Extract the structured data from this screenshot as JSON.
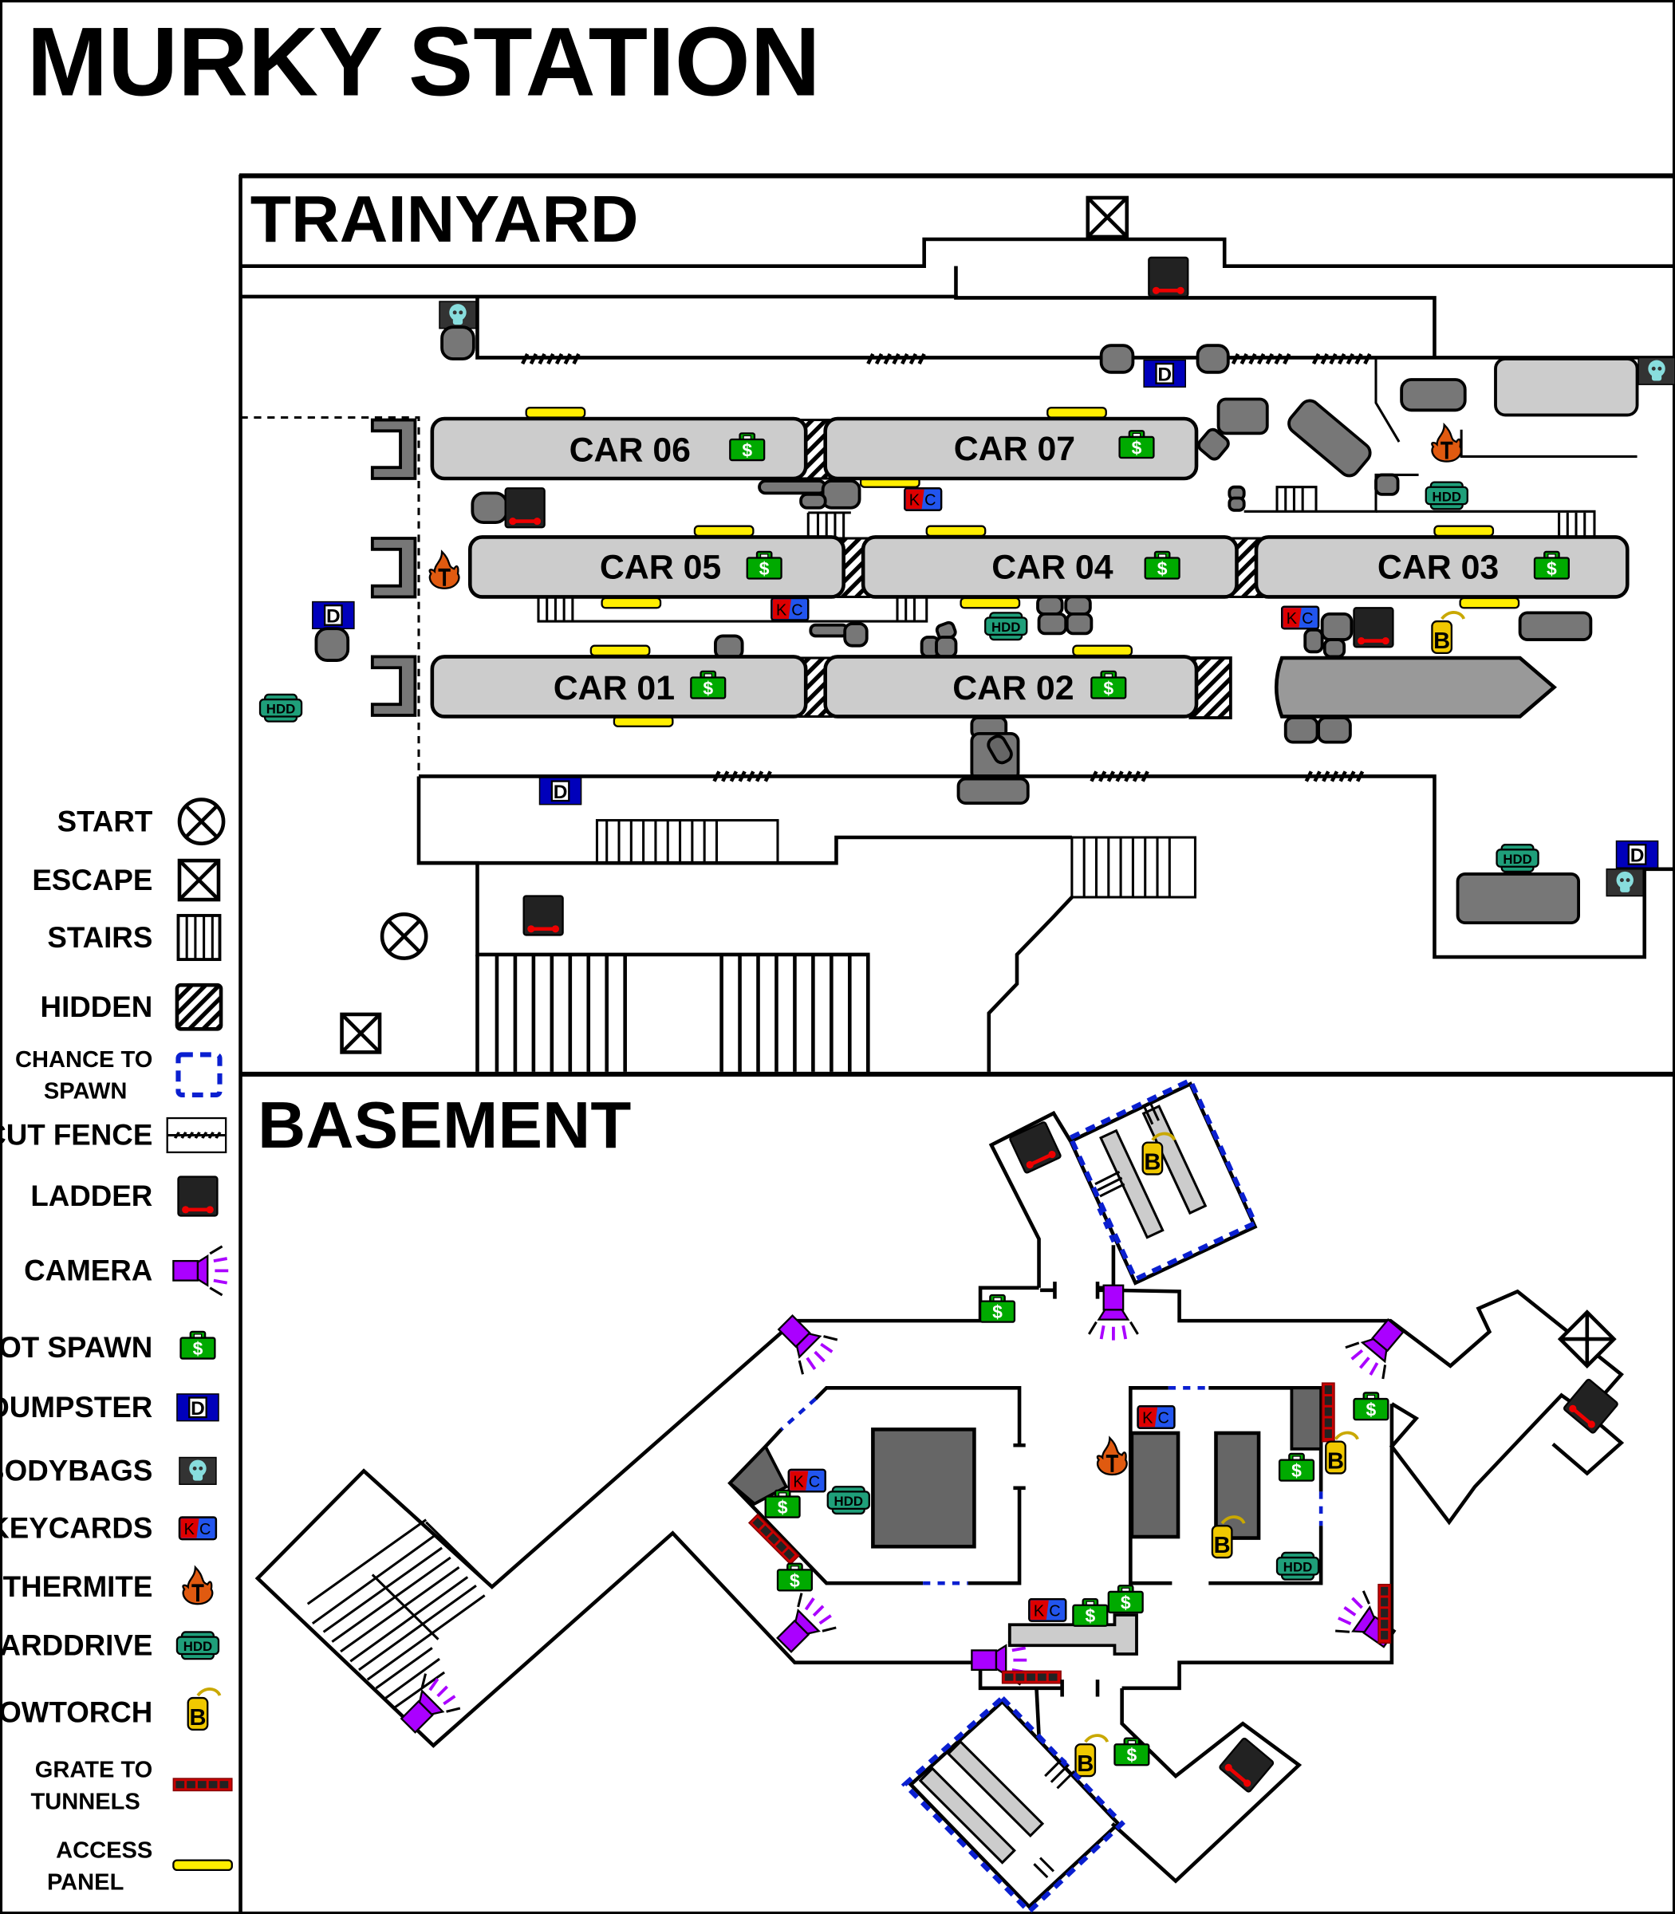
{
  "title": "MURKY STATION",
  "sections": {
    "trainyard": "TRAINYARD",
    "basement": "BASEMENT"
  },
  "legend": [
    {
      "label": "START",
      "icon": "start-icon"
    },
    {
      "label": "ESCAPE",
      "icon": "escape-icon"
    },
    {
      "label": "STAIRS",
      "icon": "stairs-icon"
    },
    {
      "label": "HIDDEN",
      "icon": "hidden-icon"
    },
    {
      "label": "CHANCE TO",
      "label2": "SPAWN",
      "icon": "chance-to-spawn-icon"
    },
    {
      "label": "CUT FENCE",
      "icon": "cut-fence-icon"
    },
    {
      "label": "LADDER",
      "icon": "ladder-icon"
    },
    {
      "label": "CAMERA",
      "icon": "camera-icon"
    },
    {
      "label": "LOOT SPAWN",
      "icon": "loot-spawn-icon"
    },
    {
      "label": "DUMPSTER",
      "icon": "dumpster-icon"
    },
    {
      "label": "BODYBAGS",
      "icon": "bodybags-icon"
    },
    {
      "label": "KEYCARDS",
      "icon": "keycard-icon"
    },
    {
      "label": "THERMITE",
      "icon": "thermite-icon"
    },
    {
      "label": "HARDDRIVE",
      "icon": "harddrive-icon"
    },
    {
      "label": "BLOWTORCH",
      "icon": "blowtorch-icon"
    },
    {
      "label": "GRATE TO",
      "label2": "TUNNELS",
      "icon": "grate-icon"
    },
    {
      "label": "ACCESS",
      "label2": "PANEL",
      "icon": "access-panel-icon"
    }
  ],
  "icon_text": {
    "dumpster": "D",
    "keycard_k": "K",
    "keycard_c": "C",
    "thermite": "T",
    "harddrive": "HDD",
    "blowtorch": "B",
    "loot": "$"
  },
  "cars": [
    "CAR 06",
    "CAR 07",
    "CAR 05",
    "CAR 04",
    "CAR 03",
    "CAR 01",
    "CAR 02"
  ],
  "colors": {
    "loot": "#00aa00",
    "dumpster": "#0000bb",
    "keycard_red": "#dd0000",
    "keycard_blue": "#2255ee",
    "thermite": "#e05a10",
    "harddrive": "#1f9f7a",
    "blowtorch": "#f0c800",
    "camera": "#aa00ff",
    "ladder": "#222222",
    "ladder_accent": "#ee0000",
    "bodybag": "#333333",
    "skull": "#88dddd",
    "access_panel": "#ffee00",
    "chance_to_spawn": "#0a1fd0",
    "car": "#cccccc",
    "object": "#777777"
  }
}
